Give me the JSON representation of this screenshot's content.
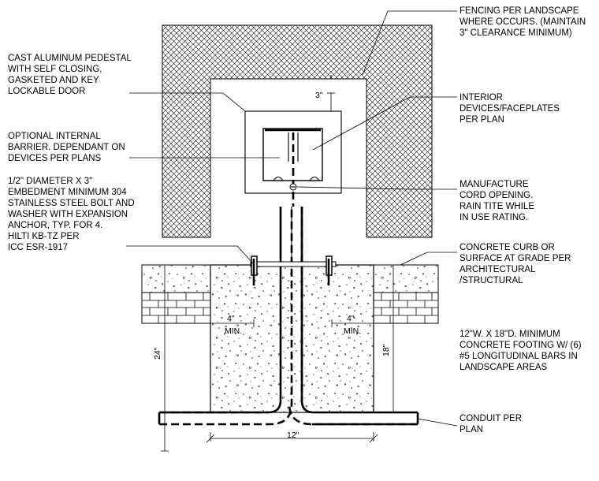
{
  "notes": {
    "fencing": [
      "FENCING PER LANDSCAPE",
      "WHERE OCCURS. (MAINTAIN",
      "3\" CLEARANCE MINIMUM)"
    ],
    "pedestal": [
      "CAST ALUMINUM PEDESTAL",
      "WITH SELF CLOSING,",
      "GASKETED AND KEY",
      "LOCKABLE DOOR"
    ],
    "interior": [
      "INTERIOR",
      "DEVICES/FACEPLATES",
      "PER PLAN"
    ],
    "barrier": [
      "OPTIONAL INTERNAL",
      "BARRIER. DEPENDANT ON",
      "DEVICES PER PLANS"
    ],
    "bolt": [
      "1/2\" DIAMETER X 3\"",
      "EMBEDMENT MINIMUM 304",
      "STAINLESS STEEL BOLT AND",
      "WASHER WITH EXPANSION",
      "ANCHOR, TYP. FOR 4.",
      "HILTI KB-TZ PER",
      "ICC  ESR-1917"
    ],
    "cord": [
      "MANUFACTURE",
      "CORD OPENING.",
      "RAIN TITE WHILE",
      "IN USE RATING."
    ],
    "curb": [
      "CONCRETE CURB OR",
      "SURFACE AT GRADE PER",
      "ARCHITECTURAL",
      "/STRUCTURAL"
    ],
    "footing": [
      "12\"W. X 18\"D. MINIMUM",
      "CONCRETE FOOTING W/ (6)",
      "#5 LONGITUDINAL BARS IN",
      "LANDSCAPE AREAS"
    ],
    "conduit": [
      "CONDUIT PER",
      "PLAN"
    ]
  },
  "dimensions": {
    "clearance": "3\"",
    "min_left_value": "4\"",
    "min_left_label": "MIN.",
    "min_right_value": "4\"",
    "min_right_label": "MIN.",
    "height_24": "24\"",
    "height_18": "18\"",
    "width_12": "12\""
  }
}
